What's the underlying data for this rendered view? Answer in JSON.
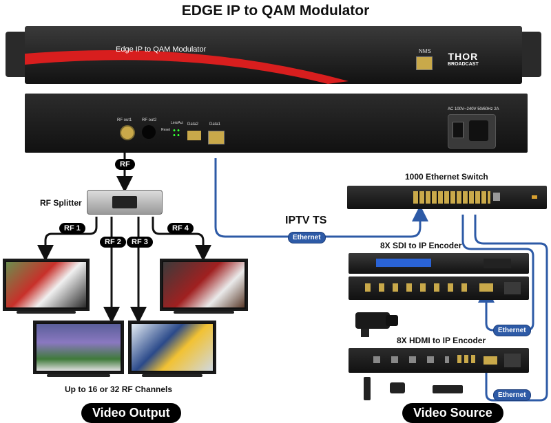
{
  "title": "EDGE IP to QAM Modulator",
  "device": {
    "front_label": "Edge IP to QAM Modulator",
    "nms_label": "NMS",
    "brand_main": "THOR",
    "brand_sub": "BROADCAST",
    "rear": {
      "rf_out1": "RF out1",
      "rf_out2": "RF out2",
      "reset": "Reset",
      "link_act": "Link/Act",
      "data2": "Data2",
      "data1": "Data1",
      "power": "AC 100V~240V 50/60Hz 2A"
    }
  },
  "labels": {
    "rf": "RF",
    "rf_splitter": "RF Splitter",
    "rf1": "RF 1",
    "rf2": "RF 2",
    "rf3": "RF 3",
    "rf4": "RF 4",
    "iptv_ts": "IPTV TS",
    "ethernet": "Ethernet",
    "switch": "1000 Ethernet Switch",
    "sdi_encoder": "8X SDI to IP Encoder",
    "hdmi_encoder": "8X HDMI to IP Encoder",
    "channels": "Up to 16 or 32 RF Channels",
    "video_output": "Video Output",
    "video_source": "Video Source"
  },
  "colors": {
    "accent_red": "#d81e1e",
    "link_blue": "#2d5aa6",
    "device_dark": "#1e1e1e"
  }
}
